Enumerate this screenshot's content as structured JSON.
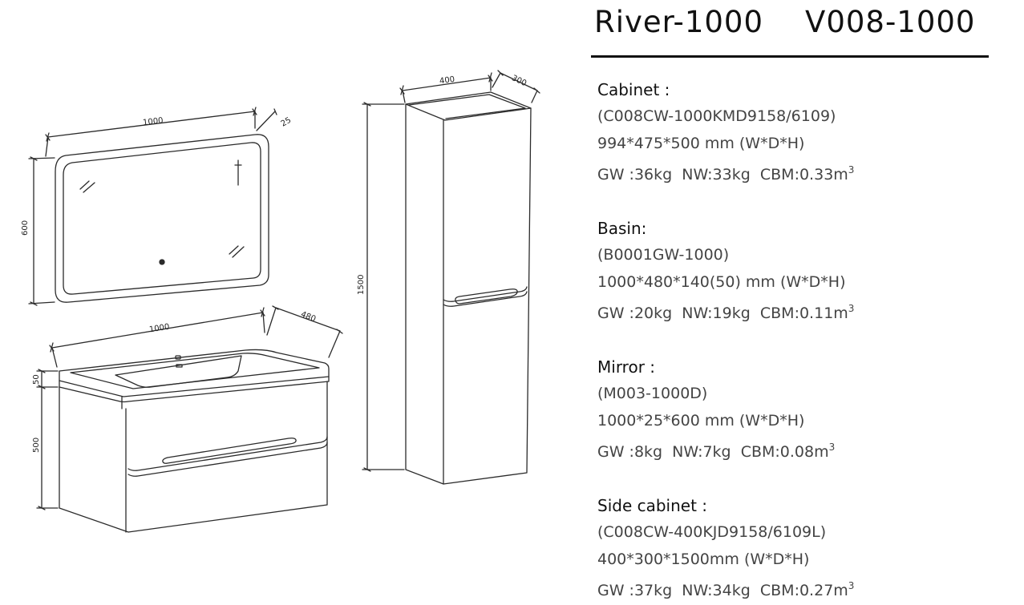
{
  "header": {
    "model_name": "River-1000",
    "model_code": "V008-1000"
  },
  "drawing": {
    "mirror": {
      "width": "1000",
      "depth": "25",
      "height": "600"
    },
    "basin_cabinet": {
      "width": "1000",
      "depth": "480",
      "basin_height": "50",
      "cabinet_height": "500"
    },
    "side_cabinet": {
      "width": "400",
      "depth": "300",
      "height": "1500"
    }
  },
  "specs": [
    {
      "heading": "Cabinet :",
      "code": "(C008CW-1000KMD9158/6109)",
      "size": "994*475*500 mm (W*D*H)",
      "weights": "GW :36kg  NW:33kg  CBM:0.33m",
      "unit_sup": "3"
    },
    {
      "heading": "Basin:",
      "code": "(B0001GW-1000)",
      "size": "1000*480*140(50) mm (W*D*H)",
      "weights": "GW :20kg  NW:19kg  CBM:0.11m",
      "unit_sup": "3"
    },
    {
      "heading": "Mirror :",
      "code": "(M003-1000D)",
      "size": "1000*25*600 mm (W*D*H)",
      "weights": "GW :8kg  NW:7kg  CBM:0.08m",
      "unit_sup": "3"
    },
    {
      "heading": "Side cabinet :",
      "code": "(C008CW-400KJD9158/6109L)",
      "size": "400*300*1500mm (W*D*H)",
      "weights": "GW :37kg  NW:34kg  CBM:0.27m",
      "unit_sup": "3"
    }
  ],
  "colors": {
    "line": "#2b2b2b",
    "text": "#444444",
    "heading": "#111111"
  }
}
